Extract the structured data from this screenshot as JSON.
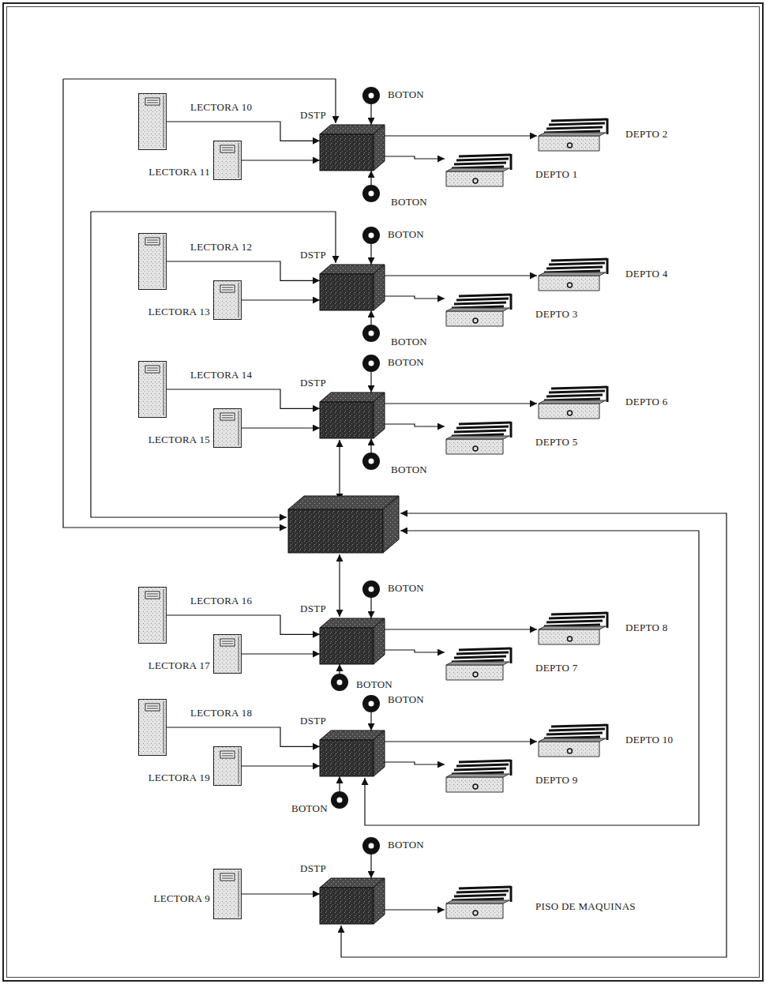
{
  "diagram": {
    "nodes": [
      {
        "text": [
          "LECTORA 10"
        ]
      },
      {
        "text": [
          "DSTP"
        ]
      },
      {
        "text": [
          "BOTON"
        ]
      },
      {
        "text": [
          "DEPTO 2"
        ]
      },
      {
        "text": [
          "LECTORA 11"
        ]
      },
      {
        "text": [
          "DEPTO 1"
        ]
      },
      {
        "text": [
          "BOTON"
        ]
      },
      {
        "text": [
          "LECTORA 12"
        ]
      },
      {
        "text": [
          "DSTP"
        ]
      },
      {
        "text": [
          "BOTON"
        ]
      },
      {
        "text": [
          "DEPTO 4"
        ]
      },
      {
        "text": [
          "LECTORA 13"
        ]
      },
      {
        "text": [
          "DEPTO 3"
        ]
      },
      {
        "text": [
          "BOTON"
        ]
      },
      {
        "text": [
          "LECTORA 14"
        ]
      },
      {
        "text": [
          "DSTP"
        ]
      },
      {
        "text": [
          "BOTON"
        ]
      },
      {
        "text": [
          "DEPTO 6"
        ]
      },
      {
        "text": [
          "LECTORA 15"
        ]
      },
      {
        "text": [
          "DEPTO 5"
        ]
      },
      {
        "text": [
          "BOTON"
        ]
      },
      {
        "text": [
          "LECTORA 16"
        ]
      },
      {
        "text": [
          "DSTP"
        ]
      },
      {
        "text": [
          "BOTON"
        ]
      },
      {
        "text": [
          "DEPTO 8"
        ]
      },
      {
        "text": [
          "LECTORA 17"
        ]
      },
      {
        "text": [
          "DEPTO 7"
        ]
      },
      {
        "text": [
          "BOTON"
        ]
      },
      {
        "text": [
          "LECTORA 18"
        ]
      },
      {
        "text": [
          "DSTP"
        ]
      },
      {
        "text": [
          "BOTON"
        ]
      },
      {
        "text": [
          "DEPTO 10"
        ]
      },
      {
        "text": [
          "LECTORA 19"
        ]
      },
      {
        "text": [
          "DEPTO 9"
        ]
      },
      {
        "text": [
          "BOTON"
        ]
      },
      {
        "text": [
          "BOTON"
        ]
      },
      {
        "text": [
          "DSTP"
        ]
      },
      {
        "text": [
          "LECTORA 9"
        ]
      },
      {
        "text": [
          "PISO DE MAQUINAS"
        ]
      }
    ],
    "edges": [
      {
        "from": 0,
        "to": 1,
        "arrow": "to"
      },
      {
        "from": 2,
        "to": 1,
        "arrow": "to"
      },
      {
        "from": 1,
        "to": 3,
        "arrow": "to"
      },
      {
        "from": 4,
        "to": 1,
        "arrow": "to"
      },
      {
        "from": 1,
        "to": 5,
        "arrow": "to"
      },
      {
        "from": 6,
        "to": 1,
        "arrow": "to"
      },
      {
        "from": 7,
        "to": 8,
        "arrow": "to"
      },
      {
        "from": 9,
        "to": 8,
        "arrow": "to"
      },
      {
        "from": 8,
        "to": 10,
        "arrow": "to"
      },
      {
        "from": 11,
        "to": 8,
        "arrow": "to"
      },
      {
        "from": 8,
        "to": 12,
        "arrow": "to"
      },
      {
        "from": 13,
        "to": 8,
        "arrow": "to"
      },
      {
        "from": 14,
        "to": 15,
        "arrow": "to"
      },
      {
        "from": 16,
        "to": 15,
        "arrow": "to"
      },
      {
        "from": 15,
        "to": 17,
        "arrow": "to"
      },
      {
        "from": 18,
        "to": 15,
        "arrow": "to"
      },
      {
        "from": 15,
        "to": 19,
        "arrow": "to"
      },
      {
        "from": 20,
        "to": 15,
        "arrow": "to"
      },
      {
        "from": 21,
        "to": 22,
        "arrow": "to"
      },
      {
        "from": 23,
        "to": 22,
        "arrow": "to"
      },
      {
        "from": 22,
        "to": 24,
        "arrow": "to"
      },
      {
        "from": 25,
        "to": 22,
        "arrow": "to"
      },
      {
        "from": 22,
        "to": 26,
        "arrow": "to"
      },
      {
        "from": 27,
        "to": 22,
        "arrow": "to"
      },
      {
        "from": 28,
        "to": 29,
        "arrow": "to"
      },
      {
        "from": 30,
        "to": 29,
        "arrow": "to"
      },
      {
        "from": 29,
        "to": 31,
        "arrow": "to"
      },
      {
        "from": 32,
        "to": 29,
        "arrow": "to"
      },
      {
        "from": 29,
        "to": 33,
        "arrow": "to"
      },
      {
        "from": 34,
        "to": 29,
        "arrow": "to"
      },
      {
        "from": 35,
        "to": 36,
        "arrow": "to"
      },
      {
        "from": 37,
        "to": 36,
        "arrow": "to"
      },
      {
        "from": 36,
        "to": 38,
        "arrow": "to"
      }
    ]
  }
}
